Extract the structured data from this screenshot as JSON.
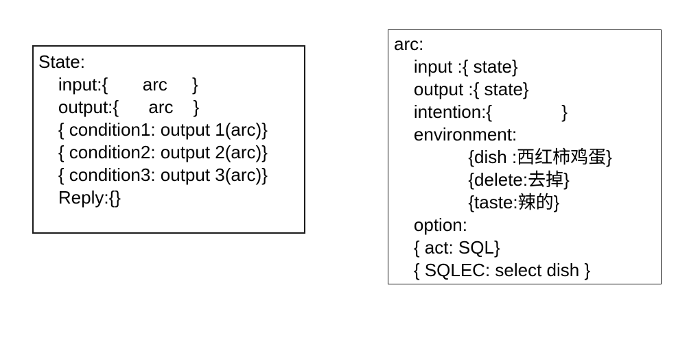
{
  "colors": {
    "page_background": "#ffffff",
    "box_background": "#ffffff",
    "box_border": "#1a1a1a",
    "text": "#000000"
  },
  "state_box": {
    "title": "State:",
    "lines": [
      "State:",
      "    input:{       arc     }",
      "    output:{      arc    }",
      "    { condition1: output 1(arc)}",
      "    { condition2: output 2(arc)}",
      "    { condition3: output 3(arc)}",
      "    Reply:{}"
    ]
  },
  "arc_box": {
    "title": "arc:",
    "lines": [
      "arc:",
      "    input :{ state}",
      "    output :{ state}",
      "    intention:{              }",
      "    environment:",
      "               {dish :西红柿鸡蛋}",
      "               {delete:去掉}",
      "               {taste:辣的}",
      "    option:",
      "    { act: SQL}",
      "    { SQLEC: select dish }"
    ]
  }
}
